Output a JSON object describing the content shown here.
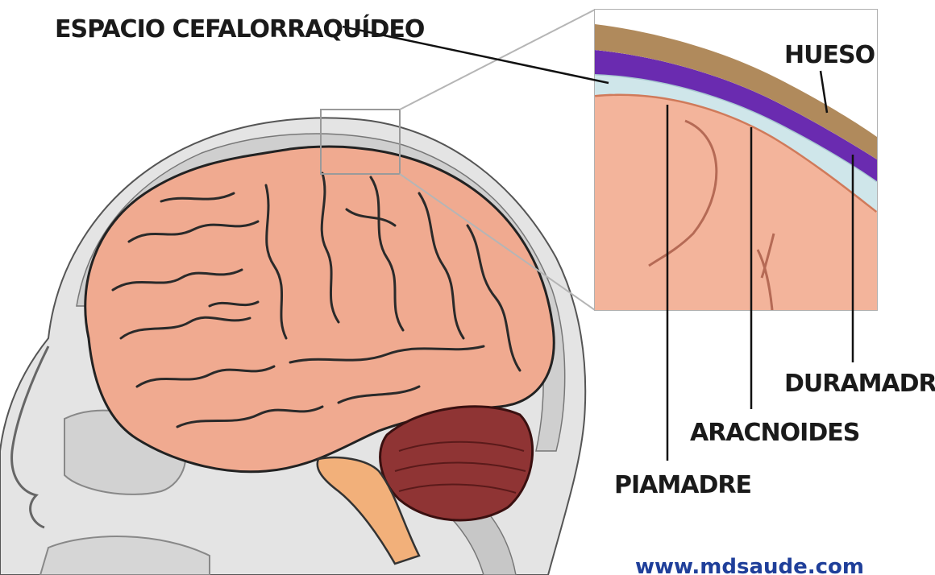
{
  "labels": {
    "csf_space": "ESPACIO CEFALORRAQUÍDEO",
    "bone": "HUESO",
    "dura": "DURAMADRE",
    "arachnoid": "ARACNOIDES",
    "pia": "PIAMADRE"
  },
  "watermark": "www.mdsaude.com",
  "colors": {
    "bone": "#b08a5c",
    "dura": "#6a2bb0",
    "csf": "#cfe6ea",
    "pia": "#d58a6a",
    "brain": "#f0aa90",
    "cerebellum": "#8f3434",
    "brainstem": "#f2b07a",
    "skull": "#c8c8c8",
    "head_skin": "#e6e6e6",
    "watermark": "#1f3f9a"
  }
}
